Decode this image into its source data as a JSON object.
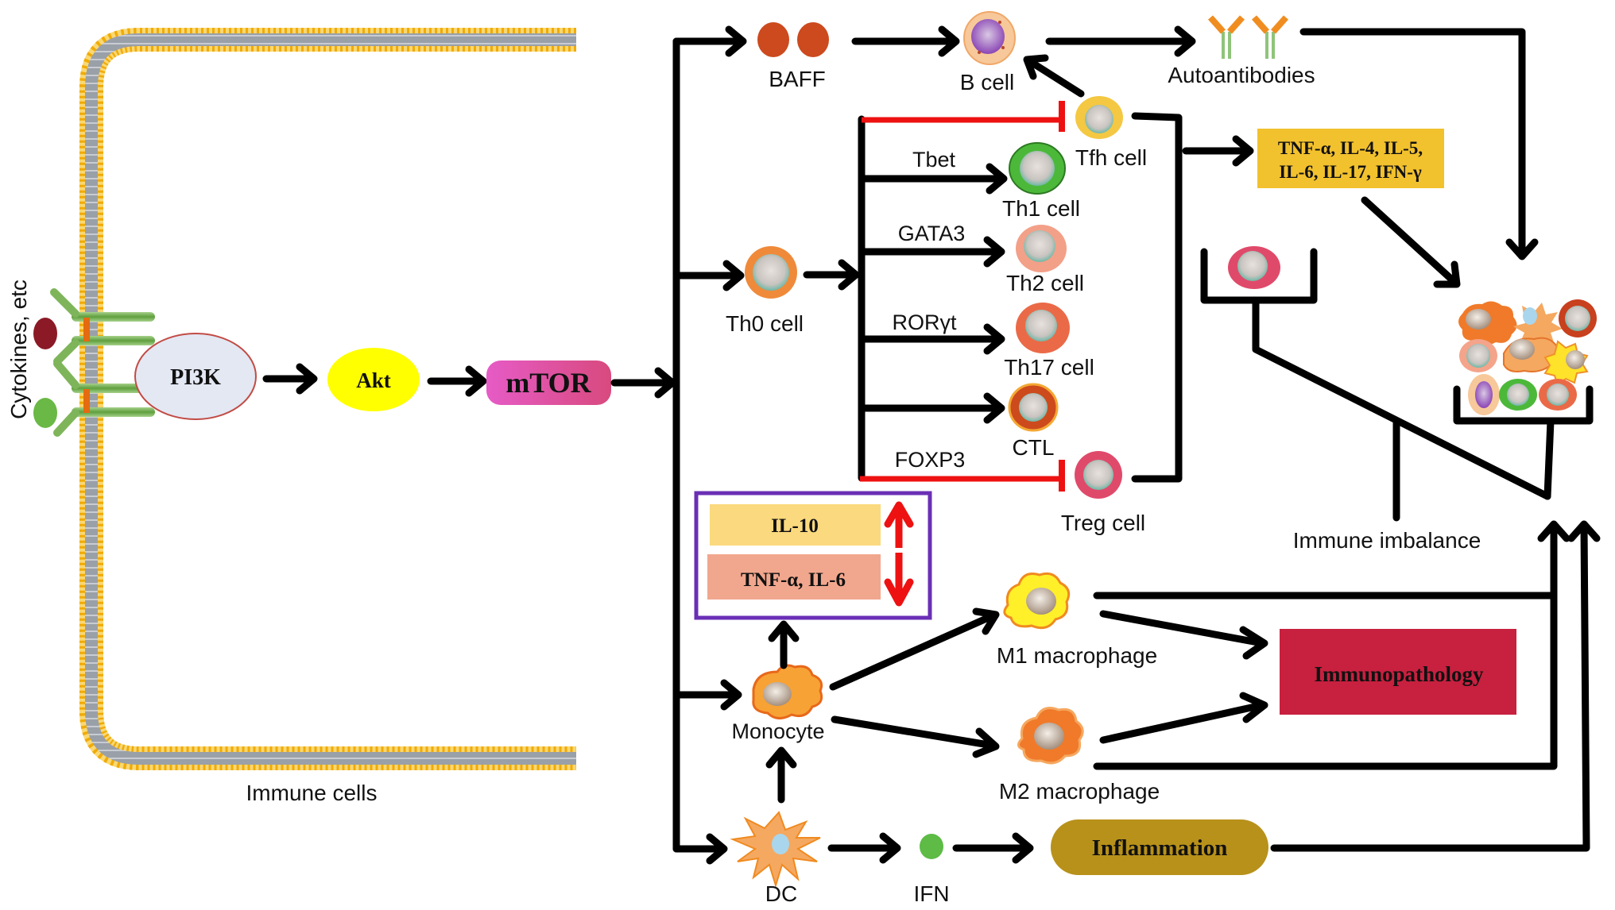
{
  "figure": {
    "membrane_label": "Immune cells",
    "receptor_label": "Cytokines, etc",
    "pathway": {
      "pi3k": "PI3K",
      "akt": "Akt",
      "mtor": "mTOR"
    },
    "b_branch": {
      "baff": "BAFF",
      "b_cell": "B cell",
      "autoantibodies": "Autoantibodies"
    },
    "t_branch": {
      "th0": "Th0 cell",
      "tfh": "Tfh cell",
      "th1": "Th1 cell",
      "th2": "Th2 cell",
      "th17": "Th17 cell",
      "ctl": "CTL",
      "treg": "Treg cell",
      "tf_tbet": "Tbet",
      "tf_gata3": "GATA3",
      "tf_rorgt": "RORγt",
      "tf_foxp3": "FOXP3"
    },
    "cytokine_box": {
      "line1": "TNF-α, IL-4, IL-5,",
      "line2": "IL-6, IL-17, IFN-γ"
    },
    "monocyte_box": {
      "il10": "IL-10",
      "tnf_il6": "TNF-α, IL-6"
    },
    "myeloid_branch": {
      "monocyte": "Monocyte",
      "m1": "M1 macrophage",
      "m2": "M2 macrophage",
      "dc": "DC",
      "ifn": "IFN"
    },
    "outcomes": {
      "immune_imbalance": "Immune imbalance",
      "immunopathology": "Immunopathology",
      "inflammation": "Inflammation"
    },
    "colors": {
      "pi3k_fill": "#e3e8f3",
      "akt_fill": "#ffff00",
      "mtor_fill": "#e04bb3",
      "baff_fill": "#cc4a1e",
      "cytokine_box_fill": "#f2c12e",
      "il10_fill": "#fbd97e",
      "tnf_il6_fill": "#f1a78e",
      "purple_border": "#6a2fb5",
      "inhibition_red": "#ee1111",
      "immunopathology_fill": "#c8203f",
      "inflammation_fill": "#b8911a",
      "ifn_fill": "#5dbb46"
    }
  }
}
